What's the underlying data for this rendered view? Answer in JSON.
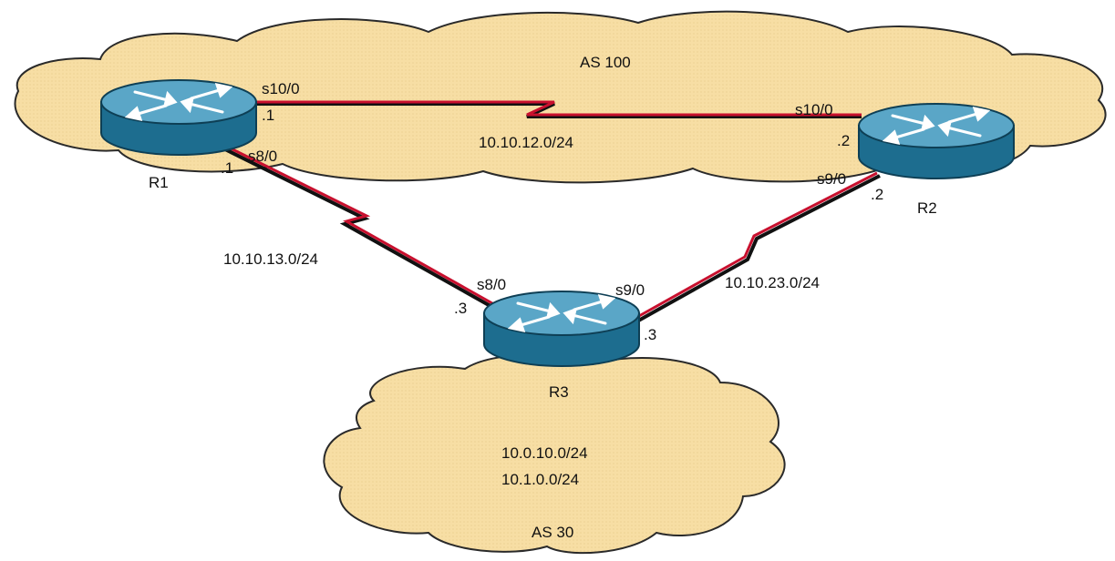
{
  "colors": {
    "cloud_fill": "#f7dea4",
    "cloud_stroke": "#2a2a2a",
    "link_red": "#c8102e",
    "link_dark": "#111111",
    "router_top": "#5aa6c7",
    "router_body": "#1d6d8f"
  },
  "as_labels": {
    "top": "AS 100",
    "bottom": "AS 30"
  },
  "routers": {
    "r1": "R1",
    "r2": "R2",
    "r3": "R3"
  },
  "networks": {
    "r1_r2": "10.10.12.0/24",
    "r1_r3": "10.10.13.0/24",
    "r2_r3": "10.10.23.0/24",
    "stub_1": "10.0.10.0/24",
    "stub_2": "10.1.0.0/24"
  },
  "interfaces": {
    "r1_s10": "s10/0",
    "r1_s10_ip": ".1",
    "r1_s8": "s8/0",
    "r1_s8_ip": ".1",
    "r2_s10": "s10/0",
    "r2_s10_ip": ".2",
    "r2_s9": "s9/0",
    "r2_s9_ip": ".2",
    "r3_s8": "s8/0",
    "r3_s8_ip": ".3",
    "r3_s9": "s9/0",
    "r3_s9_ip": ".3"
  },
  "icons": {
    "router": "router-icon",
    "cloud": "cloud-icon"
  }
}
